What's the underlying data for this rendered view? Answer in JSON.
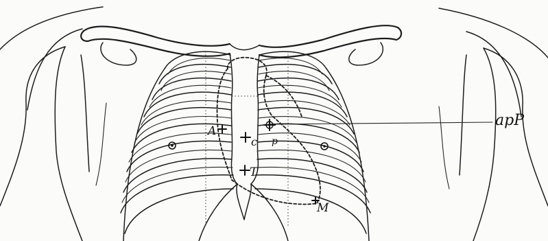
{
  "labels": {
    "a": "A",
    "ap": "apP",
    "p": "p",
    "c": "c",
    "t": "T",
    "m": "M"
  },
  "icons": [
    "left-clavicle-icon",
    "right-clavicle-icon",
    "sternum-icon",
    "ribcage-icon",
    "left-nipple-icon",
    "right-nipple-icon",
    "heart-outline-icon"
  ],
  "colors": {
    "ink": "#1c1c1c",
    "paper": "#fbfbf9"
  }
}
